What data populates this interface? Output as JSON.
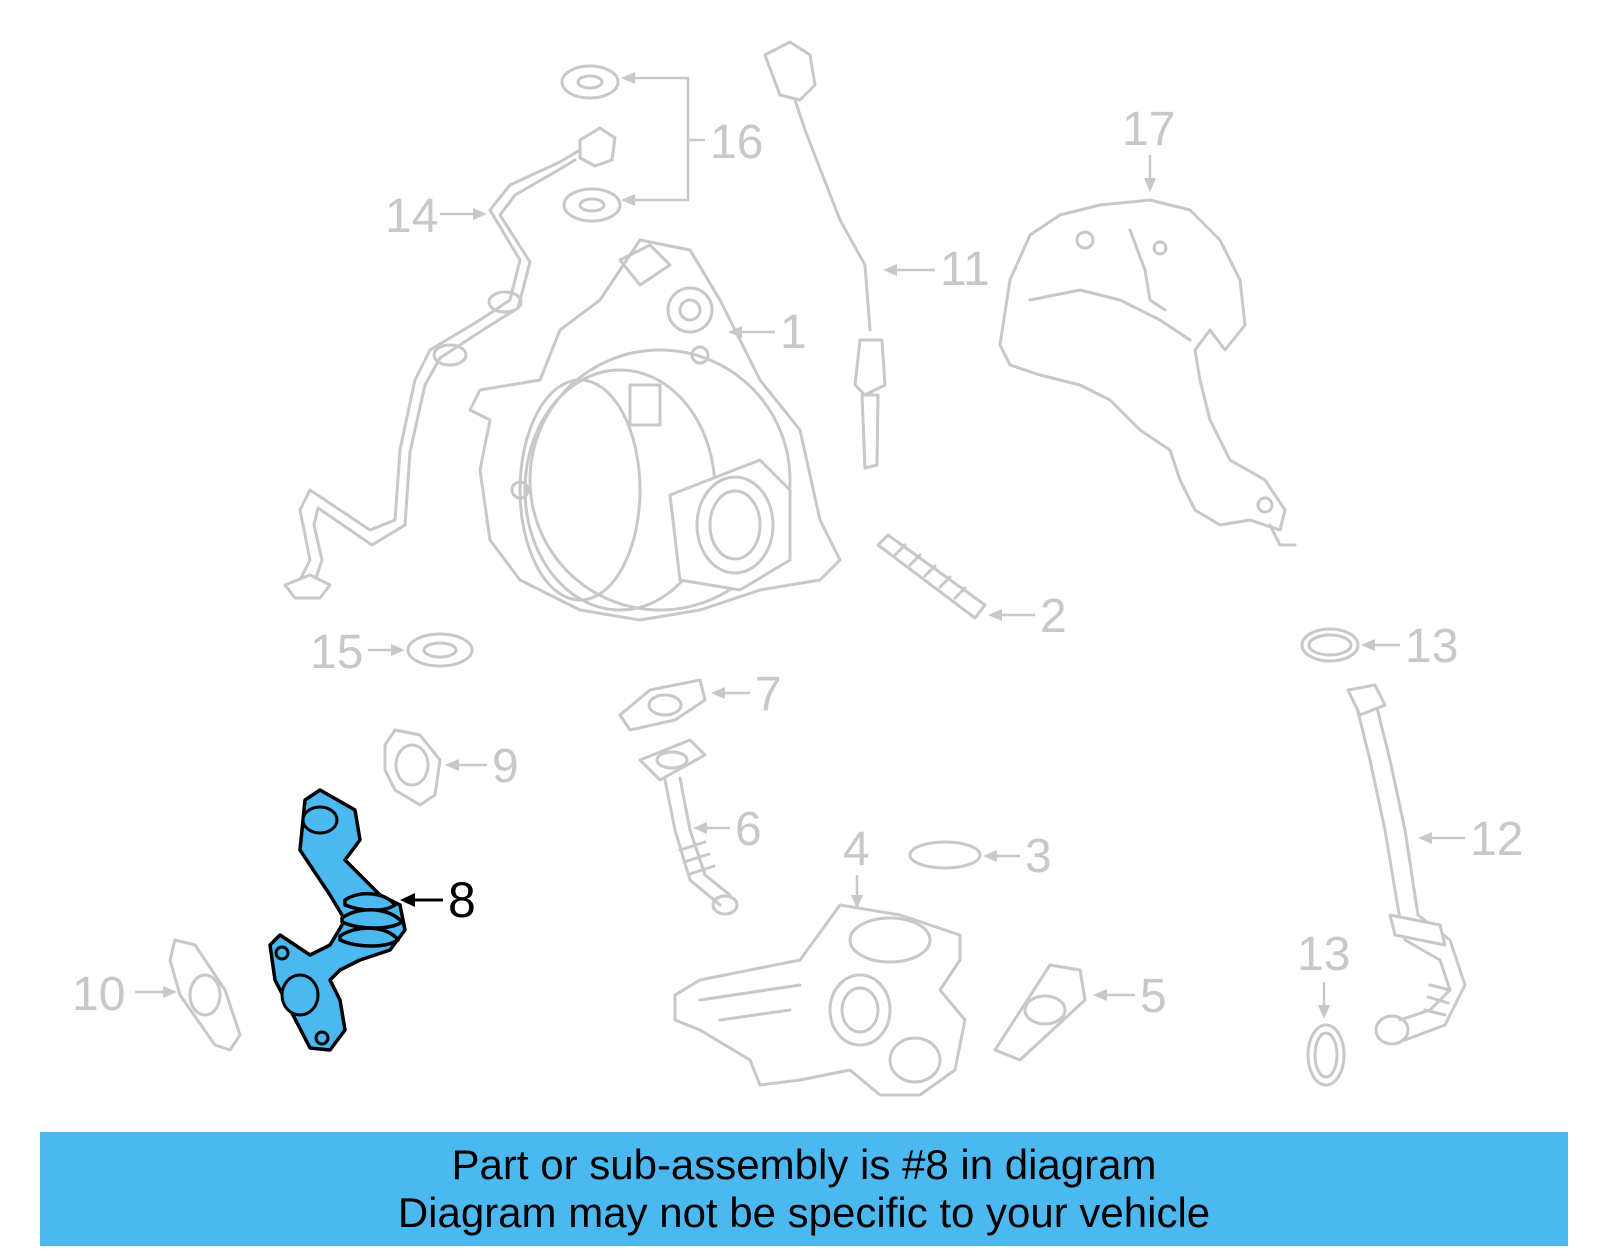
{
  "callouts": {
    "c1": "1",
    "c2": "2",
    "c3": "3",
    "c4": "4",
    "c5": "5",
    "c6": "6",
    "c7": "7",
    "c8": "8",
    "c9": "9",
    "c10": "10",
    "c11": "11",
    "c12": "12",
    "c13a": "13",
    "c13b": "13",
    "c14": "14",
    "c15": "15",
    "c16": "16",
    "c17": "17"
  },
  "highlighted_part": "8",
  "banner": {
    "line1": "Part or sub-assembly is #8 in diagram",
    "line2": "Diagram may not be specific to your vehicle"
  },
  "colors": {
    "highlight": "#4cb8f0",
    "ghost_lines": "#c8c8c8",
    "outline": "#000000"
  }
}
